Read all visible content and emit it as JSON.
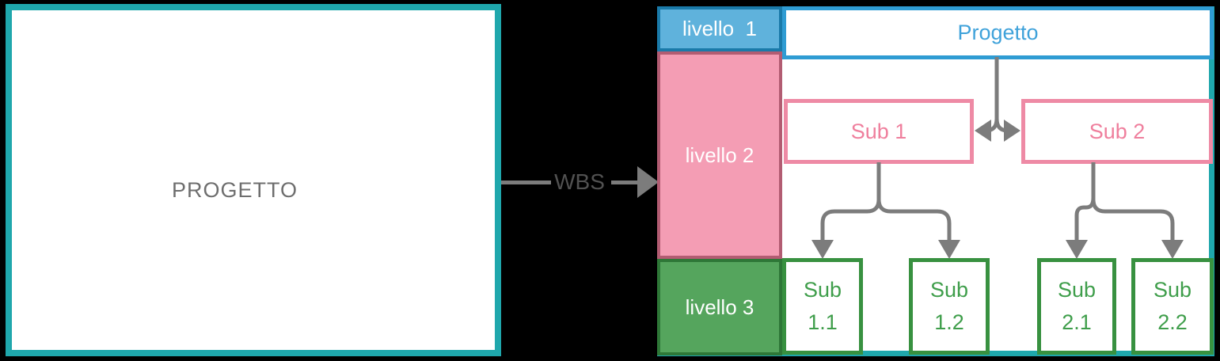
{
  "left_panel": {
    "title": "PROGETTO"
  },
  "transform_arrow": {
    "label": "WBS"
  },
  "wbs_diagram": {
    "levels": [
      {
        "label": "livello  1",
        "fill": "#5FB2DC",
        "border": "#1A7AA9"
      },
      {
        "label": "livello 2",
        "fill": "#F49DB4",
        "border": "#B25C72"
      },
      {
        "label": "livello 3",
        "fill": "#55A55D",
        "border": "#2E7737"
      }
    ],
    "root": {
      "label": "Progetto",
      "border": "#2F9CD3",
      "text_color": "#3FA2DA"
    },
    "level2_nodes": [
      {
        "label": "Sub 1"
      },
      {
        "label": "Sub 2"
      }
    ],
    "level2_style": {
      "border": "#EE8AA5",
      "text_color": "#EF7F9D"
    },
    "level3_nodes": [
      {
        "line1": "Sub",
        "line2": "1.1"
      },
      {
        "line1": "Sub",
        "line2": "1.2"
      },
      {
        "line1": "Sub",
        "line2": "2.1"
      },
      {
        "line1": "Sub",
        "line2": "2.2"
      }
    ],
    "level3_style": {
      "border": "#389140",
      "text_color": "#3F9E4B"
    }
  },
  "colors": {
    "background": "#000000",
    "container_teal": "#1FA7AC",
    "connector_gray": "#7C7C7C",
    "left_title_gray": "#6E6E6E",
    "wbs_label_gray": "#515151",
    "node_background": "#FFFFFF",
    "band_text": "#FFFFFF"
  }
}
